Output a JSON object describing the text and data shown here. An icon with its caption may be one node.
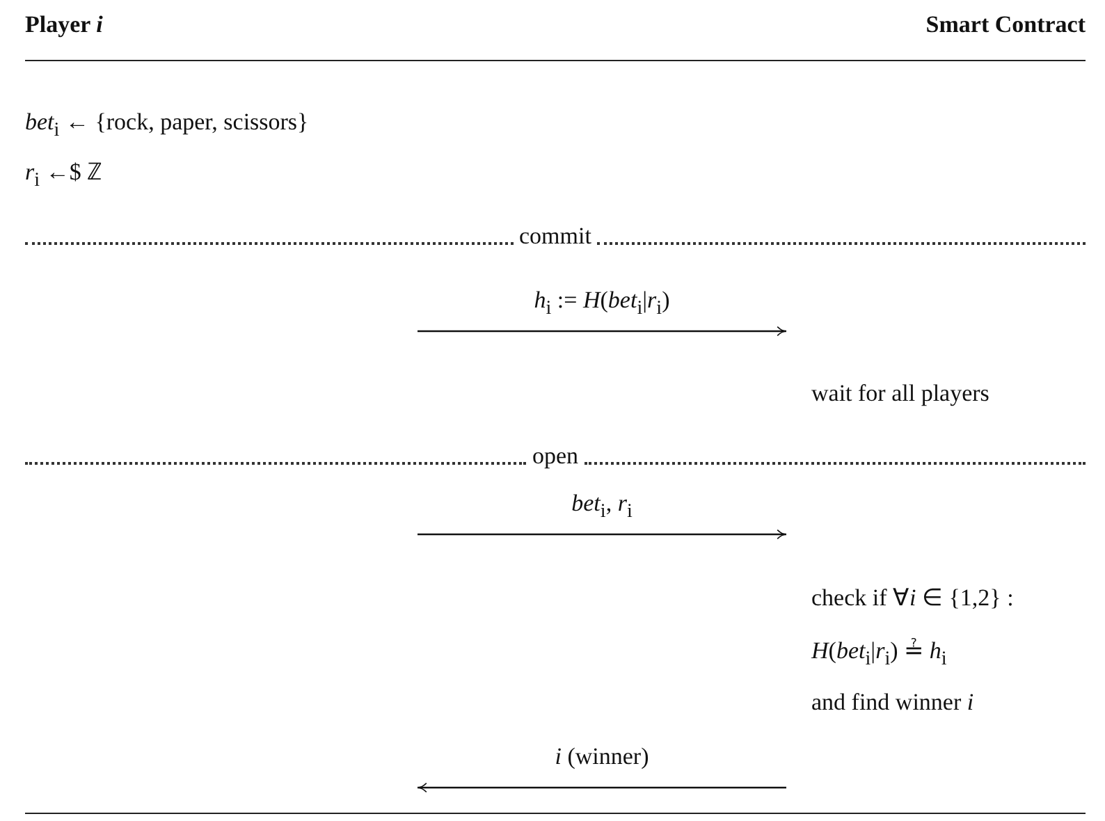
{
  "diagram": {
    "nodes": [
      {
        "text": [
          "Player *i*",
          "*bet*$_{i}$ ← {rock, paper, scissors}",
          "*r*$_{i}$ ←$ ℤ"
        ]
      },
      {
        "text": [
          "Smart Contract",
          "wait for all players",
          "check if ∀*i* ∈ {1,2} :",
          "*H*(*bet*$_{i}$|*r*$_{i}$) ≟ *h*$_{i}$",
          "and find winner *i*"
        ]
      }
    ],
    "edges": [
      {
        "from": 0,
        "to": 1,
        "arrow": "to",
        "label": "*h*$_{i}$ := *H*(*bet*$_{i}$|*r*$_{i}$)"
      },
      {
        "from": 0,
        "to": 1,
        "arrow": "to",
        "label": "*bet*$_{i}$, *r*$_{i}$"
      },
      {
        "from": 1,
        "to": 0,
        "arrow": "to",
        "label": "*i* (winner)"
      }
    ],
    "labels": [
      "commit",
      "open"
    ]
  }
}
